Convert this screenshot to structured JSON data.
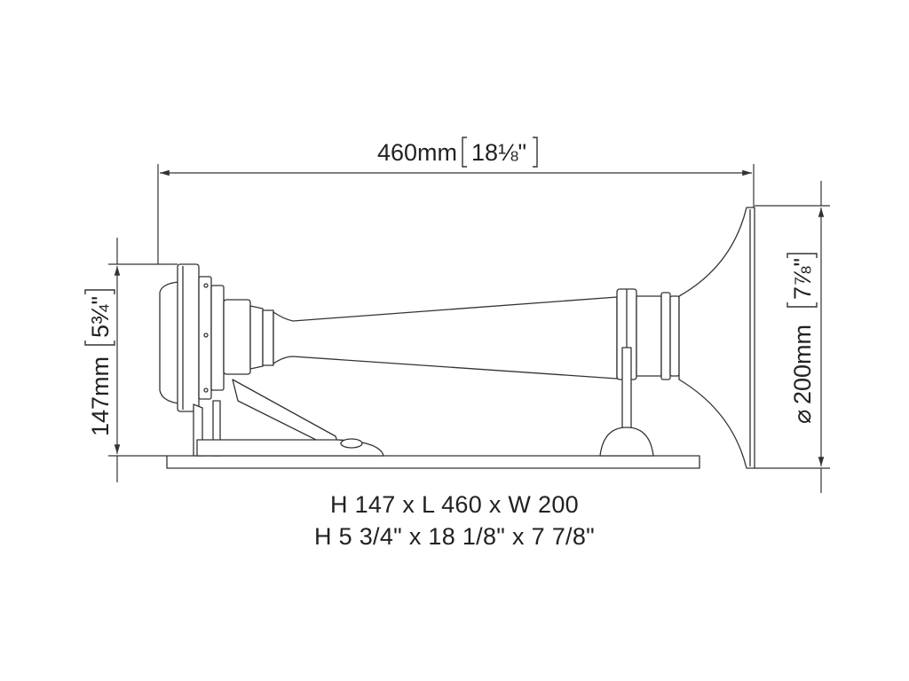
{
  "dimensions": {
    "length": {
      "metric": "460mm",
      "imperial": "18⅛\""
    },
    "height": {
      "metric": "147mm",
      "imperial": "5¾\""
    },
    "diameter": {
      "symbol": "⌀",
      "metric": "200mm",
      "imperial": "7⅞\""
    }
  },
  "caption": {
    "line1": "H 147 x L 460 x W 200",
    "line2": "H 5 3/4\" x 18 1/8\" x 7 7/8\""
  },
  "colors": {
    "line": "#333333",
    "text": "#222222",
    "fill": "#ffffff"
  }
}
